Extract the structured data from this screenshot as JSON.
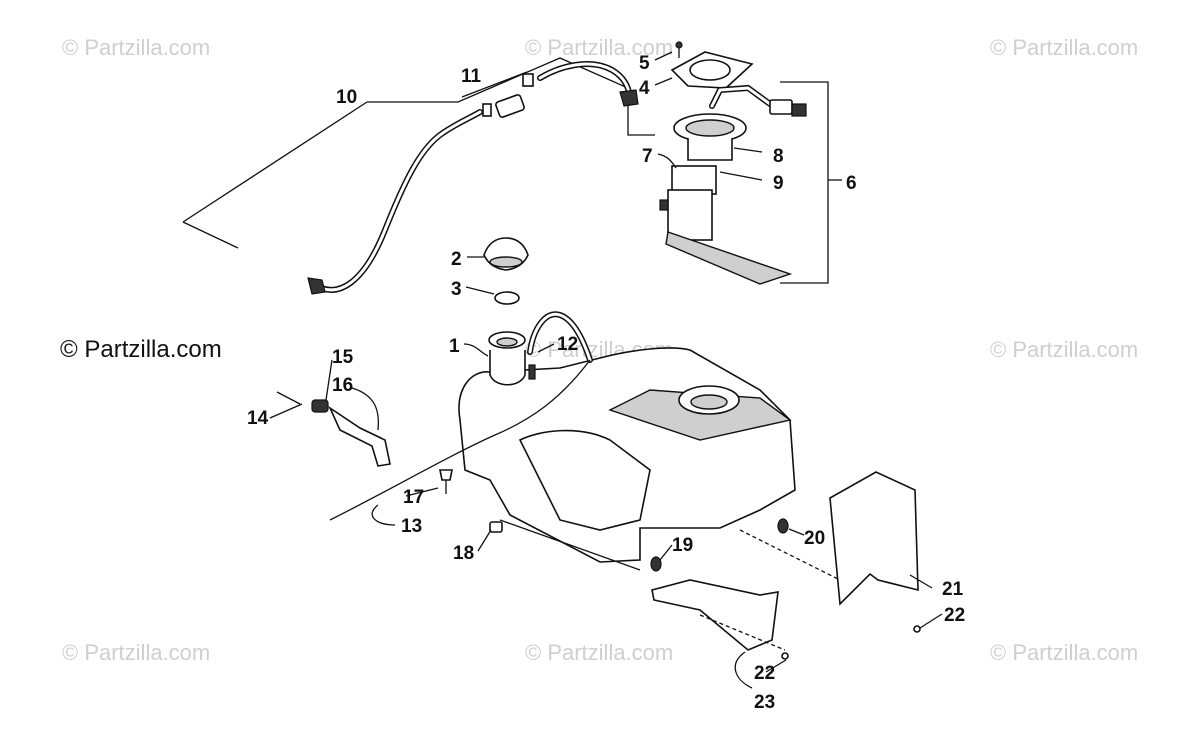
{
  "watermarks": [
    {
      "id": "wm-1",
      "text": "© Partzilla.com"
    },
    {
      "id": "wm-2",
      "text": "© Partzilla.com"
    },
    {
      "id": "wm-3",
      "text": "© Partzilla.com"
    },
    {
      "id": "wm-4",
      "text": "© Partzilla.com"
    },
    {
      "id": "wm-5",
      "text": "© Partzilla.com"
    },
    {
      "id": "wm-6",
      "text": "© Partzilla.com"
    },
    {
      "id": "wm-7",
      "text": "© Partzilla.com"
    },
    {
      "id": "wm-8",
      "text": "© Partzilla.com"
    },
    {
      "id": "wm-9",
      "text": "© Partzilla.com"
    }
  ],
  "copyright": "© Partzilla.com",
  "callouts": [
    "1",
    "2",
    "3",
    "4",
    "5",
    "6",
    "7",
    "8",
    "9",
    "10",
    "11",
    "12",
    "13",
    "14",
    "15",
    "16",
    "17",
    "18",
    "19",
    "20",
    "21",
    "22",
    "22",
    "23"
  ]
}
